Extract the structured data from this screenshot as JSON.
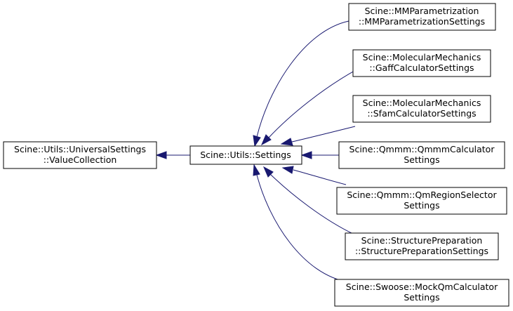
{
  "diagram": {
    "accent_color": "#191970",
    "nodes": {
      "value_collection": {
        "line1": "Scine::Utils::UniversalSettings",
        "line2": "::ValueCollection"
      },
      "settings": {
        "line1": "Scine::Utils::Settings"
      },
      "mm_parametrization": {
        "line1": "Scine::MMParametrization",
        "line2": "::MMParametrizationSettings"
      },
      "gaff_calculator": {
        "line1": "Scine::MolecularMechanics",
        "line2": "::GaffCalculatorSettings"
      },
      "sfam_calculator": {
        "line1": "Scine::MolecularMechanics",
        "line2": "::SfamCalculatorSettings"
      },
      "qmmm_calculator": {
        "line1": "Scine::Qmmm::QmmmCalculator",
        "line2": "Settings"
      },
      "qm_region_selector": {
        "line1": "Scine::Qmmm::QmRegionSelector",
        "line2": "Settings"
      },
      "structure_preparation": {
        "line1": "Scine::StructurePreparation",
        "line2": "::StructurePreparationSettings"
      },
      "mock_qm_calculator": {
        "line1": "Scine::Swoose::MockQmCalculator",
        "line2": "Settings"
      }
    }
  }
}
